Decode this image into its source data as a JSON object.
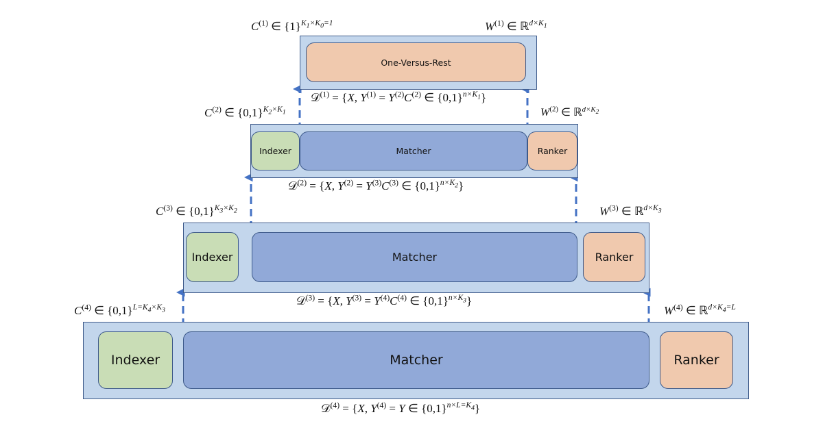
{
  "diagram": {
    "type": "hierarchical XR-Linear / PECOS tree of linear models",
    "colors": {
      "level_box_fill": "#c3d6ec",
      "border": "#3e5a8a",
      "one_versus_rest": "#f0c9ae",
      "indexer": "#c9ddb6",
      "matcher": "#91a9d8",
      "ranker": "#f0c9ae",
      "arrow": "#4472c4"
    },
    "levels": [
      {
        "level": 1,
        "components": [
          "One-Versus-Rest"
        ],
        "cluster_label": "C(1) ∈ {1}^{K1×K0=1}",
        "weight_label": "W(1) ∈ ℝ^{d×K1}",
        "dataset_label": "D(1) = {X, Y(1) = Y(2)C(2) ∈ {0,1}^{n×K1}}"
      },
      {
        "level": 2,
        "components": [
          "Indexer",
          "Matcher",
          "Ranker"
        ],
        "cluster_label": "C(2) ∈ {0,1}^{K2×K1}",
        "weight_label": "W(2) ∈ ℝ^{d×K2}",
        "dataset_label": "D(2) = {X, Y(2) = Y(3)C(3) ∈ {0,1}^{n×K2}}"
      },
      {
        "level": 3,
        "components": [
          "Indexer",
          "Matcher",
          "Ranker"
        ],
        "cluster_label": "C(3) ∈ {0,1}^{K3×K2}",
        "weight_label": "W(3) ∈ ℝ^{d×K3}",
        "dataset_label": "D(3) = {X, Y(3) = Y(4)C(4) ∈ {0,1}^{n×K3}}"
      },
      {
        "level": 4,
        "components": [
          "Indexer",
          "Matcher",
          "Ranker"
        ],
        "cluster_label": "C(4) ∈ {0,1}^{L=K4×K3}",
        "weight_label": "W(4) ∈ ℝ^{d×K4=L}",
        "dataset_label": "D(4) = {X, Y(4) = Y ∈ {0,1}^{n×L=K4}}"
      }
    ],
    "text": {
      "ovr": "One-Versus-Rest",
      "indexer": "Indexer",
      "matcher": "Matcher",
      "ranker": "Ranker"
    },
    "edges": [
      {
        "from": "level-2",
        "to": "level-1",
        "style": "dashed-arrow",
        "count": 2
      },
      {
        "from": "level-3",
        "to": "level-2",
        "style": "dashed-arrow",
        "count": 2
      },
      {
        "from": "level-4",
        "to": "level-3",
        "style": "dashed-arrow",
        "count": 2
      }
    ]
  }
}
